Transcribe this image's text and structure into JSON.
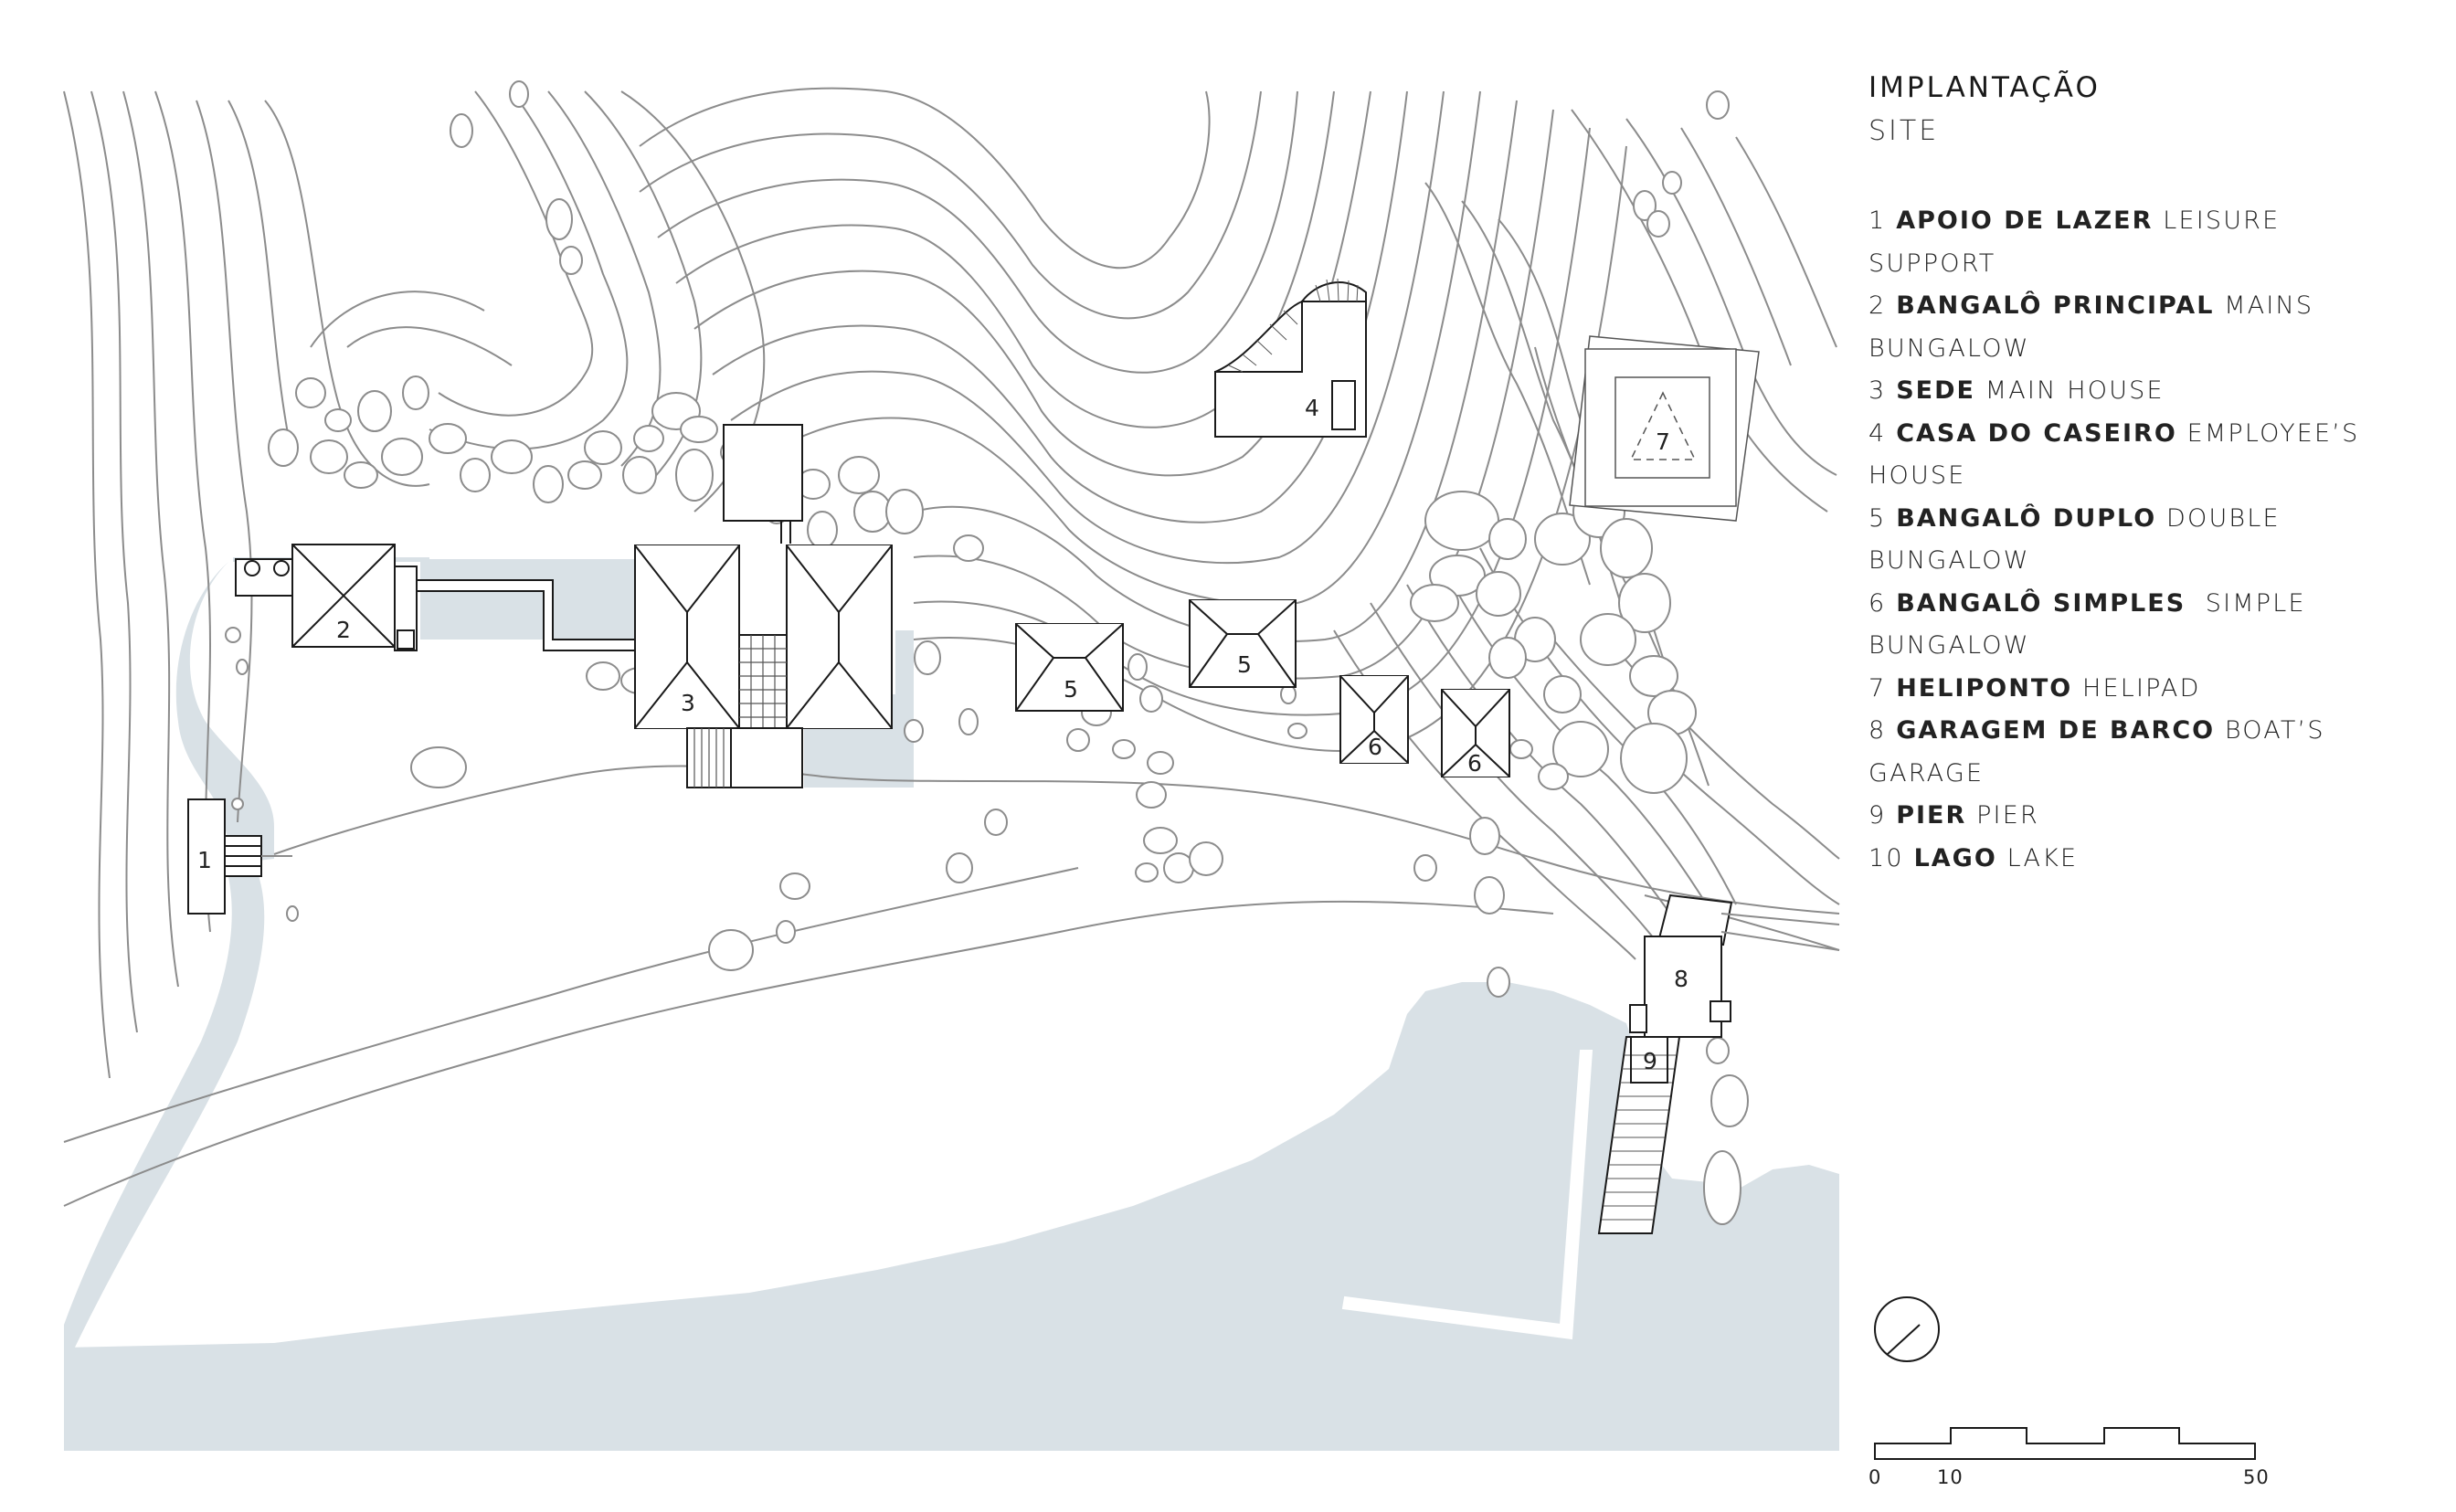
{
  "title": "IMPLANTAÇÃO",
  "subtitle": "SITE",
  "legend": [
    {
      "num": "1",
      "pt": "APOIO DE LAZER",
      "en": "LEISURE SUPPORT"
    },
    {
      "num": "2",
      "pt": "BANGALÔ PRINCIPAL",
      "en": "MAINS BUNGALOW"
    },
    {
      "num": "3",
      "pt": "SEDE",
      "en": "MAIN HOUSE"
    },
    {
      "num": "4",
      "pt": "CASA DO CASEIRO",
      "en": "EMPLOYEE’S HOUSE"
    },
    {
      "num": "5",
      "pt": "BANGALÔ DUPLO",
      "en": "DOUBLE BUNGALOW"
    },
    {
      "num": "6",
      "pt": "BANGALÔ SIMPLES",
      "en": " SIMPLE BUNGALOW"
    },
    {
      "num": "7",
      "pt": "HELIPONTO",
      "en": "HELIPAD"
    },
    {
      "num": "8",
      "pt": "GARAGEM DE BARCO",
      "en": "BOAT’S GARAGE"
    },
    {
      "num": "9",
      "pt": "PIER",
      "en": "PIER"
    },
    {
      "num": "10",
      "pt": "LAGO",
      "en": "LAKE"
    }
  ],
  "plan_labels": {
    "b1": "1",
    "b2": "2",
    "b3": "3",
    "b4": "4",
    "b5a": "5",
    "b5b": "5",
    "b6a": "6",
    "b6b": "6",
    "b7": "7",
    "b8": "8",
    "b9": "9"
  },
  "scale": {
    "start": "0",
    "mid": "10",
    "end": "50"
  },
  "colors": {
    "water": "#d9e1e6",
    "line": "#8c8c8c",
    "building": "#1a1a1a"
  }
}
